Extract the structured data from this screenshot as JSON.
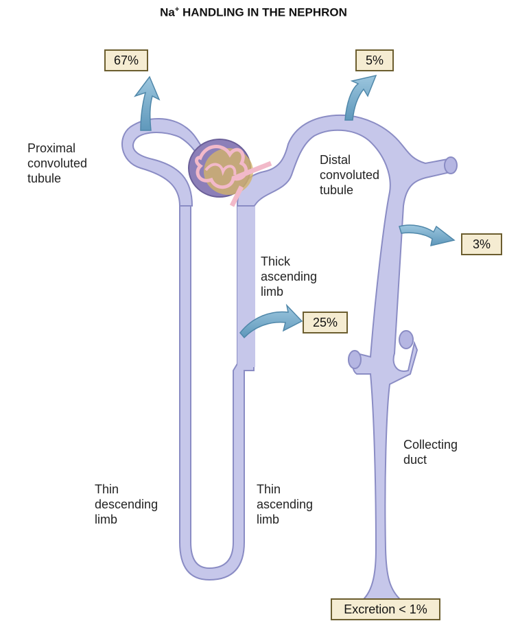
{
  "title_prefix": "Na",
  "title_sup": "+",
  "title_rest": " HANDLING IN THE NEPHRON",
  "labels": {
    "proximal": "Proximal\nconvoluted\ntubule",
    "distal": "Distal\nconvoluted\ntubule",
    "thick": "Thick\nascending\nlimb",
    "thin_desc": "Thin\ndescending\nlimb",
    "thin_asc": "Thin\nascending\nlimb",
    "collecting": "Collecting\nduct"
  },
  "reabsorption": {
    "proximal": "67%",
    "distal": "5%",
    "collecting": "3%",
    "thick": "25%",
    "excretion": "Excretion < 1%"
  },
  "colors": {
    "tubule_fill": "#c6c7ea",
    "tubule_stroke": "#8a8cc4",
    "arrow_fill": "#7fb0cc",
    "box_fill": "#f5ecd2",
    "box_border": "#6b5d2e"
  }
}
